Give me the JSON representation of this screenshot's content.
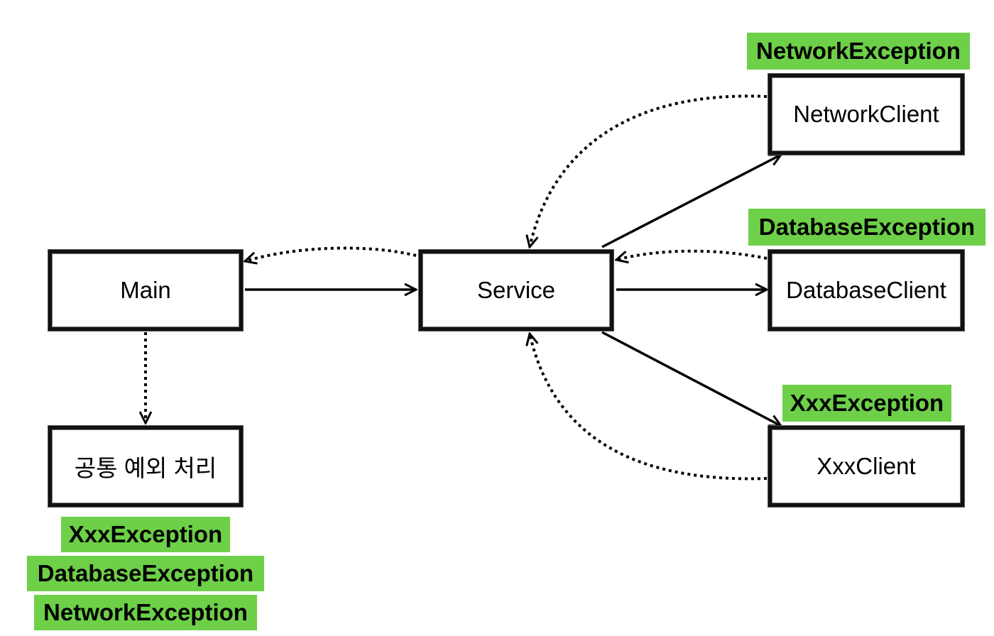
{
  "boxes": {
    "main": "Main",
    "service": "Service",
    "common_handler": "공통 예외 처리",
    "network_client": "NetworkClient",
    "database_client": "DatabaseClient",
    "xxx_client": "XxxClient"
  },
  "exceptions": {
    "network": "NetworkException",
    "database": "DatabaseException",
    "xxx": "XxxException"
  },
  "handled_exceptions": [
    "XxxException",
    "DatabaseException",
    "NetworkException"
  ],
  "colors": {
    "exception_highlight": "#6dd048",
    "border": "#111111",
    "arrow": "#000000"
  }
}
